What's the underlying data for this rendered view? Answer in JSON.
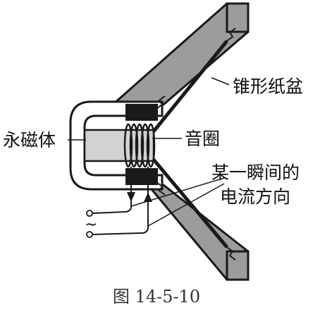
{
  "labels": {
    "cone": "锥形纸盆",
    "magnet": "永磁体",
    "coil": "音圈",
    "current_line1": "某一瞬间的",
    "current_line2": "电流方向"
  },
  "caption": "图 14-5-10",
  "ac_symbol": "~",
  "colors": {
    "ink": "#1a1a1a",
    "gray_fill": "#9c9c9c",
    "light_fill": "#d2d2d2",
    "background": "#ffffff"
  }
}
